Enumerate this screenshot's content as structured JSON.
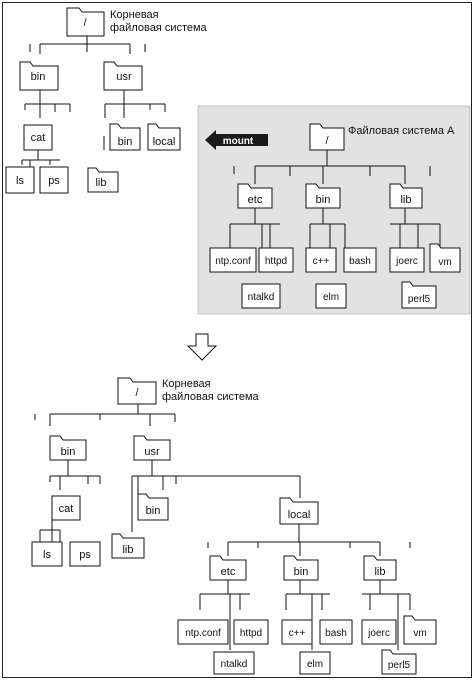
{
  "before": {
    "root": {
      "label": "/",
      "caption_line1": "Корневая",
      "caption_line2": "файловая система"
    },
    "nodes": {
      "bin": "bin",
      "usr": "usr",
      "cat": "cat",
      "ls": "ls",
      "ps": "ps",
      "usr_bin": "bin",
      "usr_local": "local",
      "usr_lib": "lib"
    }
  },
  "fs_a": {
    "title": "Файловая система А",
    "mount_label": "mount",
    "root": "/",
    "nodes": {
      "etc": "etc",
      "bin": "bin",
      "lib": "lib",
      "ntp": "ntp.conf",
      "httpd": "httpd",
      "ntalkd": "ntalkd",
      "cpp": "c++",
      "bash": "bash",
      "elm": "elm",
      "joerc": "joerc",
      "vm": "vm",
      "perl5": "perl5"
    }
  },
  "after": {
    "root": {
      "label": "/",
      "caption_line1": "Корневая",
      "caption_line2": "файловая система"
    },
    "nodes": {
      "bin": "bin",
      "usr": "usr",
      "cat": "cat",
      "ls": "ls",
      "ps": "ps",
      "usr_bin": "bin",
      "usr_lib": "lib",
      "local": "local",
      "etc": "etc",
      "abin": "bin",
      "alib": "lib",
      "ntp": "ntp.conf",
      "httpd": "httpd",
      "ntalkd": "ntalkd",
      "cpp": "c++",
      "bash": "bash",
      "elm": "elm",
      "joerc": "joerc",
      "vm": "vm",
      "perl5": "perl5"
    }
  },
  "colors": {
    "shaded_panel": "#e2e2e2",
    "mount_arrow": "#1a1a1a"
  }
}
